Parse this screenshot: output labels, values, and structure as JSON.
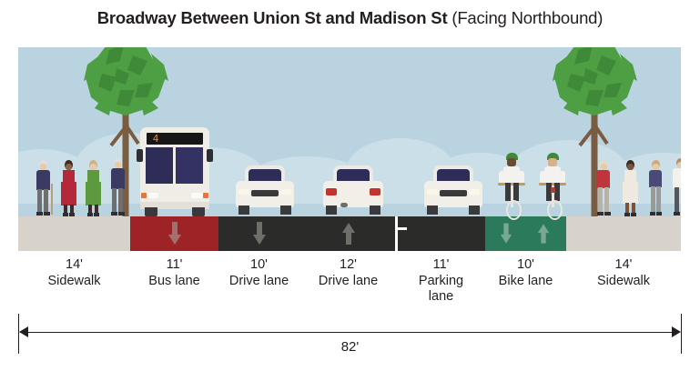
{
  "title": {
    "main": "Broadway Between Union St and Madison St",
    "suffix": "(Facing Northbound)"
  },
  "colors": {
    "sky": "#b9d4e0",
    "cloud": "#cbdfe8",
    "sidewalk": "#d8d3ca",
    "bus_lane": "#9d2327",
    "drive_lane": "#2b2b2a",
    "parking_lane": "#2b2b2a",
    "bike_lane": "#2c7a5c",
    "arrow": "#7d7d78",
    "marking": "#ffffff",
    "tree_canopy": "#4e9e43",
    "tree_canopy_dark": "#3f8a38",
    "tree_trunk": "#7a5c40",
    "text": "#231f20"
  },
  "segments": [
    {
      "name": "sidewalk-left",
      "width_ft": "14'",
      "label": "Sidewalk",
      "surface": "sidewalk",
      "direction": "none"
    },
    {
      "name": "bus-lane",
      "width_ft": "11'",
      "label": "Bus lane",
      "surface": "bus_lane",
      "direction": "down"
    },
    {
      "name": "drive-lane-1",
      "width_ft": "10'",
      "label": "Drive lane",
      "surface": "drive_lane",
      "direction": "down"
    },
    {
      "name": "drive-lane-2",
      "width_ft": "12'",
      "label": "Drive lane",
      "surface": "drive_lane",
      "direction": "up"
    },
    {
      "name": "parking-lane",
      "width_ft": "11'",
      "label": "Parking lane",
      "surface": "parking_lane",
      "direction": "none"
    },
    {
      "name": "bike-lane",
      "width_ft": "10'",
      "label": "Bike lane",
      "surface": "bike_lane",
      "direction": "both"
    },
    {
      "name": "sidewalk-right",
      "width_ft": "14'",
      "label": "Sidewalk",
      "surface": "sidewalk",
      "direction": "none"
    }
  ],
  "total": {
    "width_ft": "82'"
  },
  "vehicles": {
    "bus": {
      "route_number": "4"
    },
    "cars": [
      {
        "lane": "drive-lane-1",
        "view": "front"
      },
      {
        "lane": "drive-lane-2",
        "view": "rear"
      },
      {
        "lane": "parking-lane",
        "view": "front"
      }
    ],
    "cyclists": [
      {
        "lane": "bike-lane",
        "direction": "down"
      },
      {
        "lane": "bike-lane",
        "direction": "up"
      }
    ]
  },
  "people": {
    "left_sidewalk": [
      {
        "top": "#3b3a63",
        "bottom": "#6f6f6f",
        "hair": "#dedede",
        "accessory": "cane"
      },
      {
        "top": "#b5283a",
        "bottom": "#b5283a",
        "hair": "#3a2a22",
        "accessory": "none"
      },
      {
        "top": "#5d9a3f",
        "bottom": "#5d9a3f",
        "hair": "#c9b38a",
        "accessory": "none"
      },
      {
        "top": "#3b3a63",
        "bottom": "#6f6f6f",
        "hair": "#dedede",
        "accessory": "none"
      }
    ],
    "right_sidewalk": [
      {
        "top": "#c0343a",
        "bottom": "#b9b2a7",
        "hair": "#e2dbc8",
        "accessory": "none"
      },
      {
        "top": "#efeae1",
        "bottom": "#efeae1",
        "hair": "#3a2a22",
        "accessory": "none"
      },
      {
        "top": "#4a4a78",
        "bottom": "#9a9a96",
        "hair": "#cfa97e",
        "accessory": "none"
      },
      {
        "top": "#f3f1ec",
        "bottom": "#55555c",
        "hair": "#b98c5e",
        "accessory": "none"
      }
    ]
  },
  "trees": [
    {
      "name": "tree-left",
      "position": "left-sidewalk"
    },
    {
      "name": "tree-right",
      "position": "right-sidewalk"
    }
  ]
}
